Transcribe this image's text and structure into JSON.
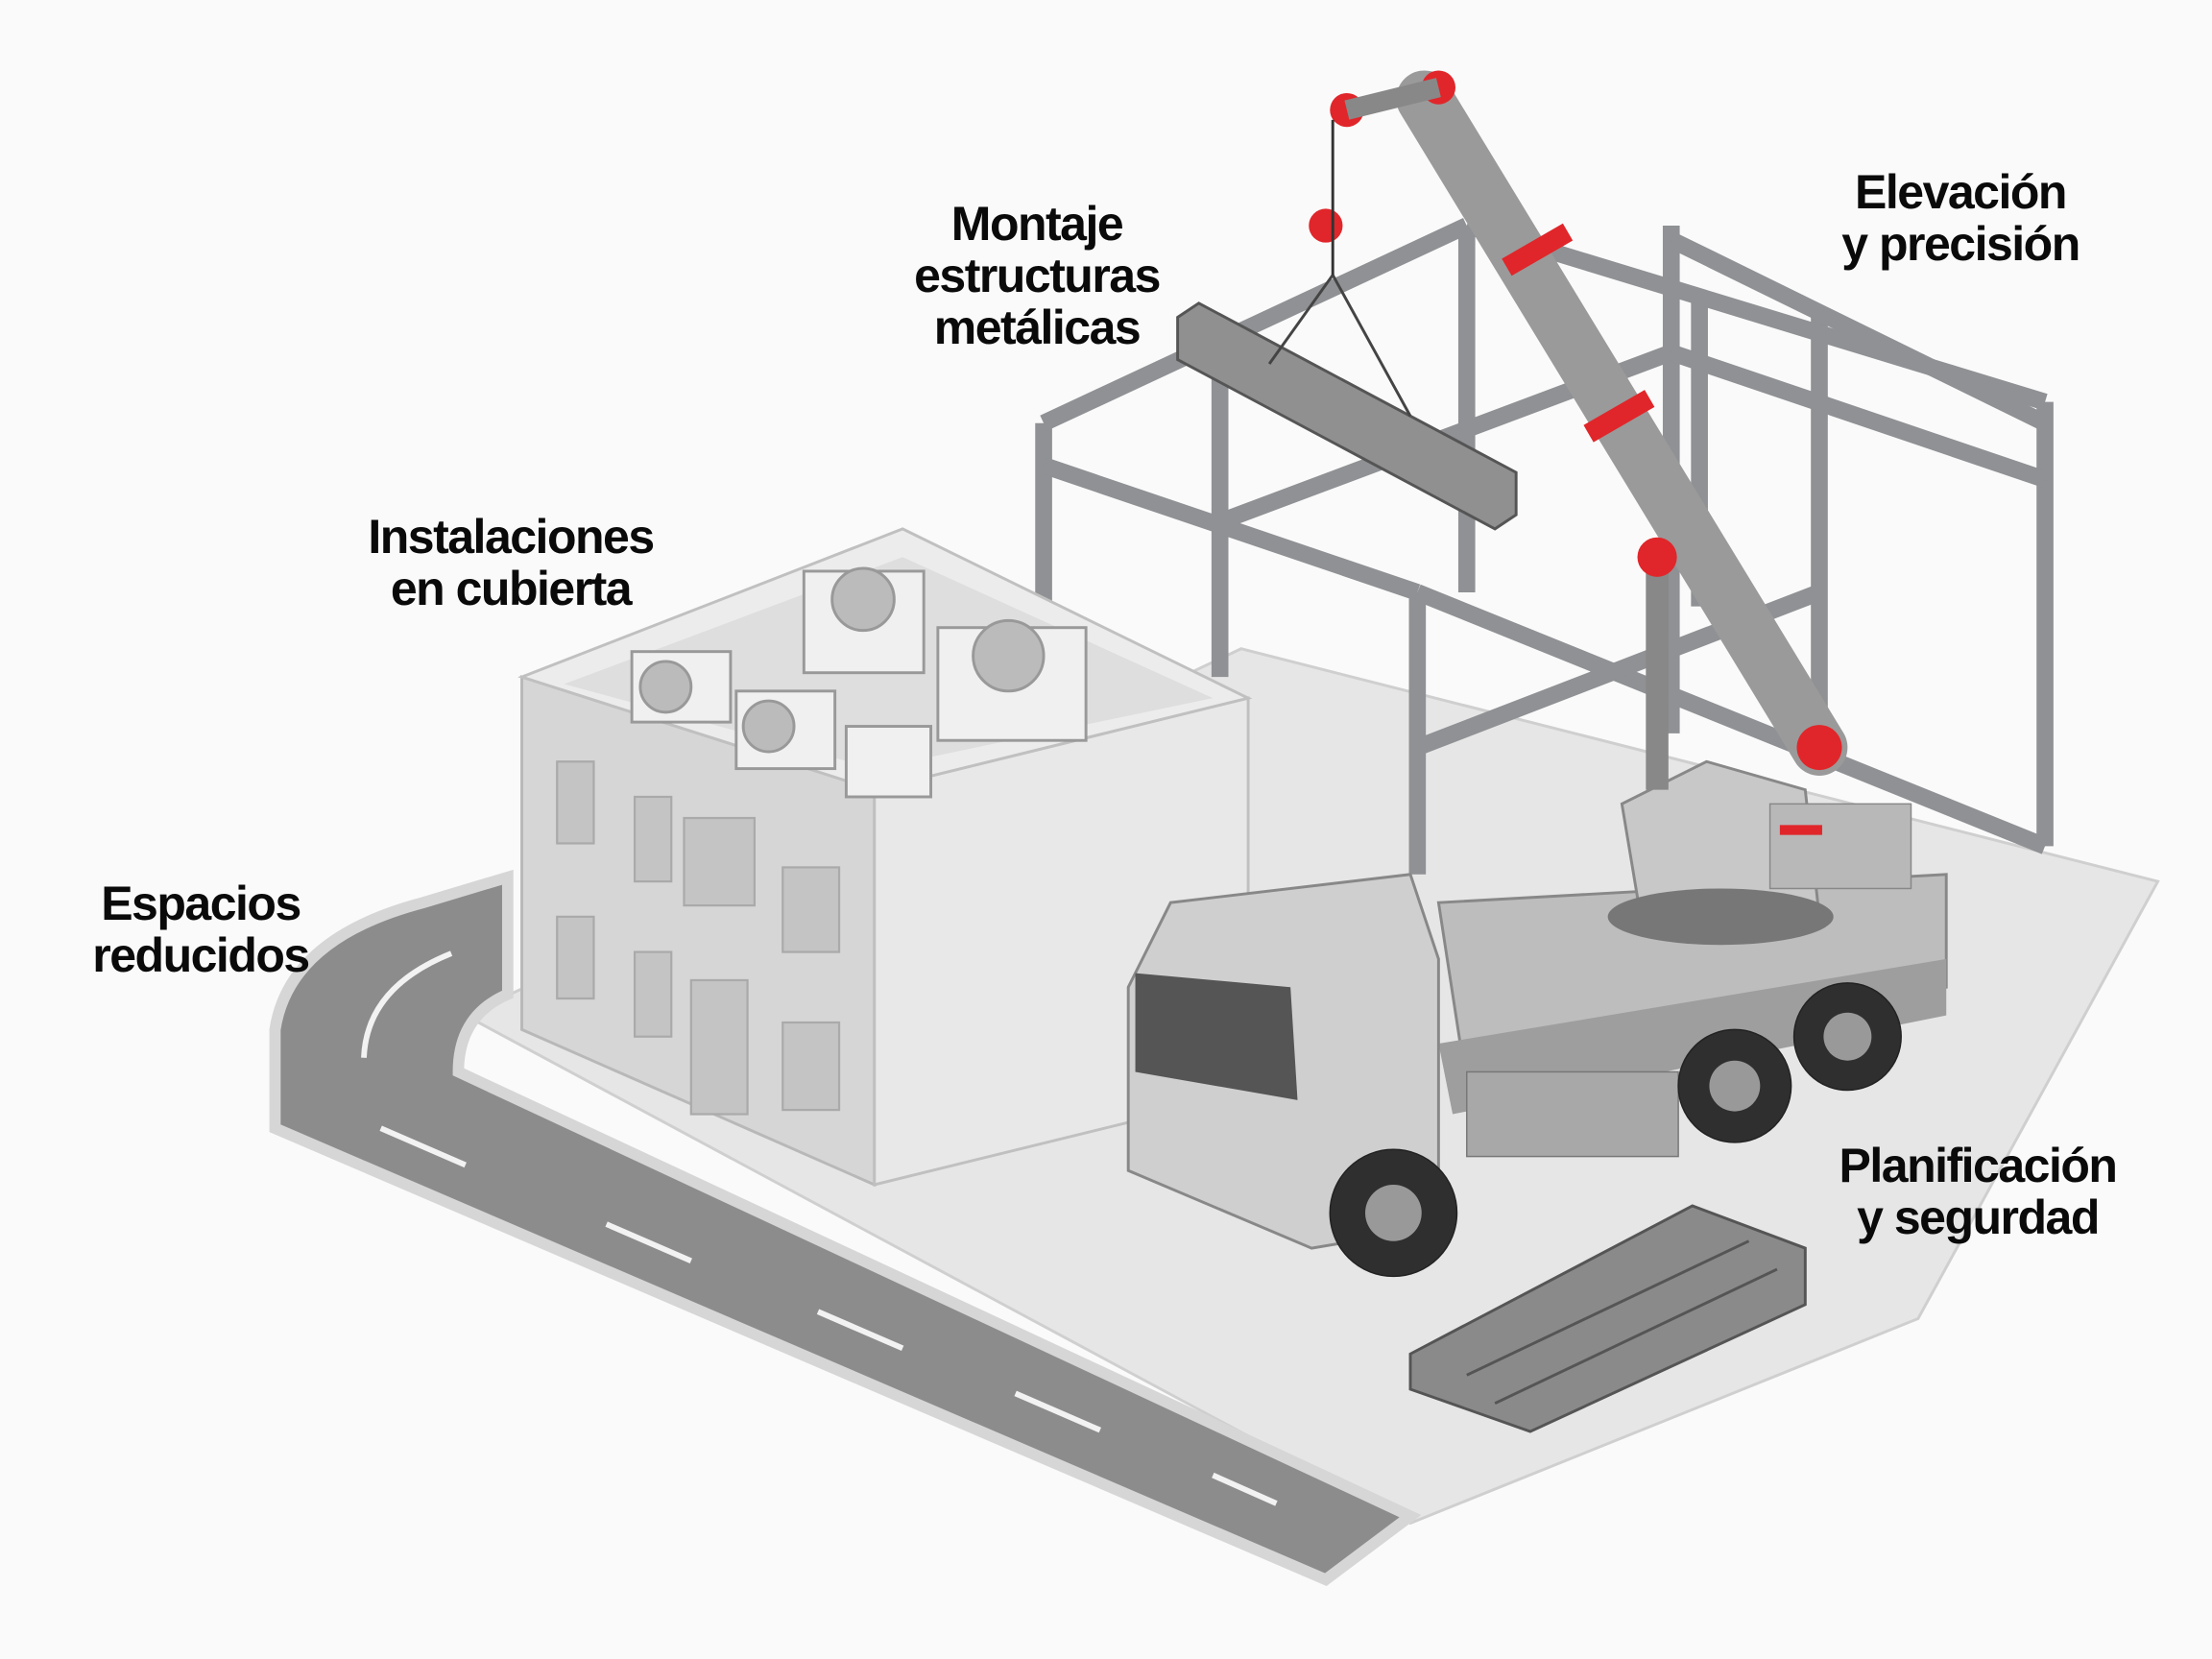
{
  "labels": {
    "montaje": [
      "Montaje",
      "estructuras",
      "metálicas"
    ],
    "elevacion": [
      "Elevación",
      "y precisión"
    ],
    "instalaciones": [
      "Instalaciones",
      "en cubierta"
    ],
    "espacios": [
      "Espacios",
      "reducidos"
    ],
    "planificacion": [
      "Planificación",
      "y segurdad"
    ]
  },
  "colors": {
    "accent": "#e0262a",
    "steel": "#8f9194",
    "building": "#d8d8d8",
    "road": "#8a8a8a",
    "ground": "#e4e4e4"
  }
}
